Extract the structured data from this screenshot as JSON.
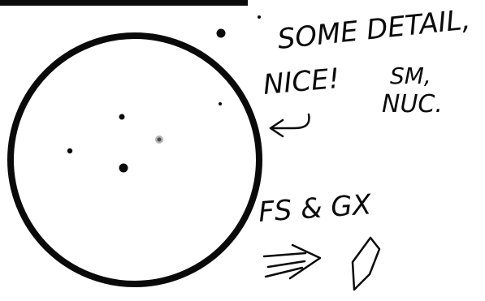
{
  "notes": {
    "line1": "SOME DETAIL,",
    "line2": "NICE!",
    "line3": "SM,",
    "line4": "NUC.",
    "line5": "FS & GX"
  },
  "colors": {
    "ink": "#0a0a0a",
    "paper": "#ffffff"
  }
}
